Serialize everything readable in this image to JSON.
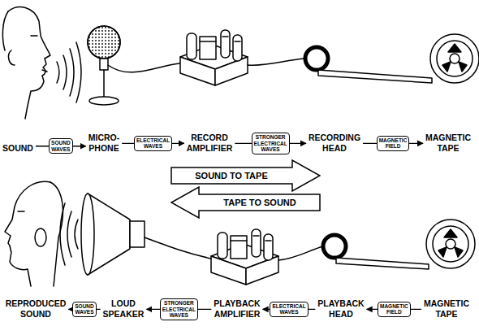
{
  "diagram": {
    "nodes": [
      {
        "text": [
          "SOUND"
        ]
      },
      {
        "text": [
          "MICRO- PHONE"
        ]
      },
      {
        "text": [
          "RECORD AMPLIFIER"
        ]
      },
      {
        "text": [
          "RECORDING HEAD"
        ]
      },
      {
        "text": [
          "MAGNETIC TAPE"
        ]
      },
      {
        "text": [
          "SOUND TO TAPE"
        ]
      },
      {
        "text": [
          "TAPE TO SOUND"
        ]
      },
      {
        "text": [
          "REPRODUCED SOUND"
        ]
      },
      {
        "text": [
          "LOUD SPEAKER"
        ]
      },
      {
        "text": [
          "PLAYBACK AMPLIFIER"
        ]
      },
      {
        "text": [
          "PLAYBACK HEAD"
        ]
      },
      {
        "text": [
          "MAGNETIC TAPE"
        ]
      }
    ],
    "edges": [
      {
        "from": 0,
        "to": 1,
        "label": "SOUND WAVES",
        "arrow": "to"
      },
      {
        "from": 1,
        "to": 2,
        "label": "ELECTRICAL WAVES",
        "arrow": "to"
      },
      {
        "from": 2,
        "to": 3,
        "label": "STRONGER ELECTRICAL WAVES",
        "arrow": "to"
      },
      {
        "from": 3,
        "to": 4,
        "label": "MAGNETIC FIELD",
        "arrow": "to"
      },
      {
        "from": 11,
        "to": 10,
        "label": "MAGNETIC FIELD",
        "arrow": "to"
      },
      {
        "from": 10,
        "to": 9,
        "label": "ELECTRICAL WAVES",
        "arrow": "to"
      },
      {
        "from": 9,
        "to": 8,
        "label": "STRONGER ELECTRICAL WAVES",
        "arrow": "to"
      },
      {
        "from": 8,
        "to": 7,
        "label": "SOUND WAVES",
        "arrow": "to"
      }
    ]
  }
}
